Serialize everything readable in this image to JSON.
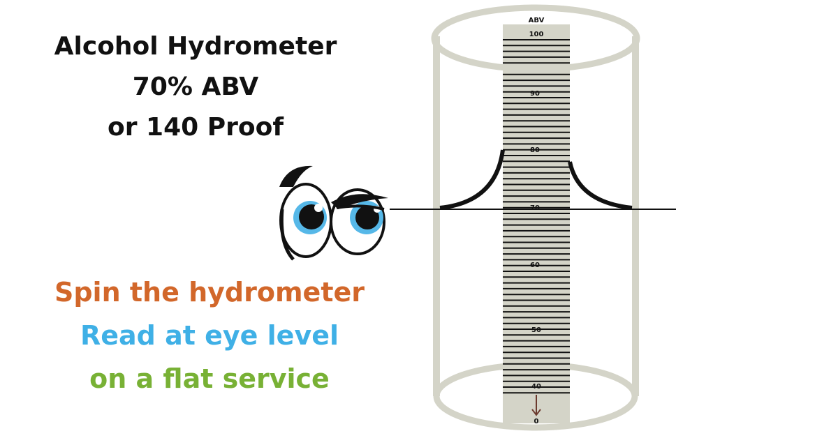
{
  "title": {
    "line1": "Alcohol Hydrometer",
    "line2": "70% ABV",
    "line3": "or 140 Proof"
  },
  "instructions": [
    {
      "text": "Spin the hydrometer",
      "color": "#d2672a"
    },
    {
      "text": "Read at eye level",
      "color": "#3fb0e6"
    },
    {
      "text": "on a flat service",
      "color": "#78b135"
    }
  ],
  "scale": {
    "header": "ABV",
    "labels": [
      "100",
      "90",
      "80",
      "70",
      "60",
      "50",
      "40",
      "0"
    ],
    "reading": "70"
  },
  "colors": {
    "cylinder": "#d4d4c8",
    "stem": "#d4d4c8",
    "ink": "#111111",
    "arrow": "#6b3a2e"
  },
  "icons": [
    "cartoon-eyes-icon",
    "down-arrow-icon"
  ]
}
